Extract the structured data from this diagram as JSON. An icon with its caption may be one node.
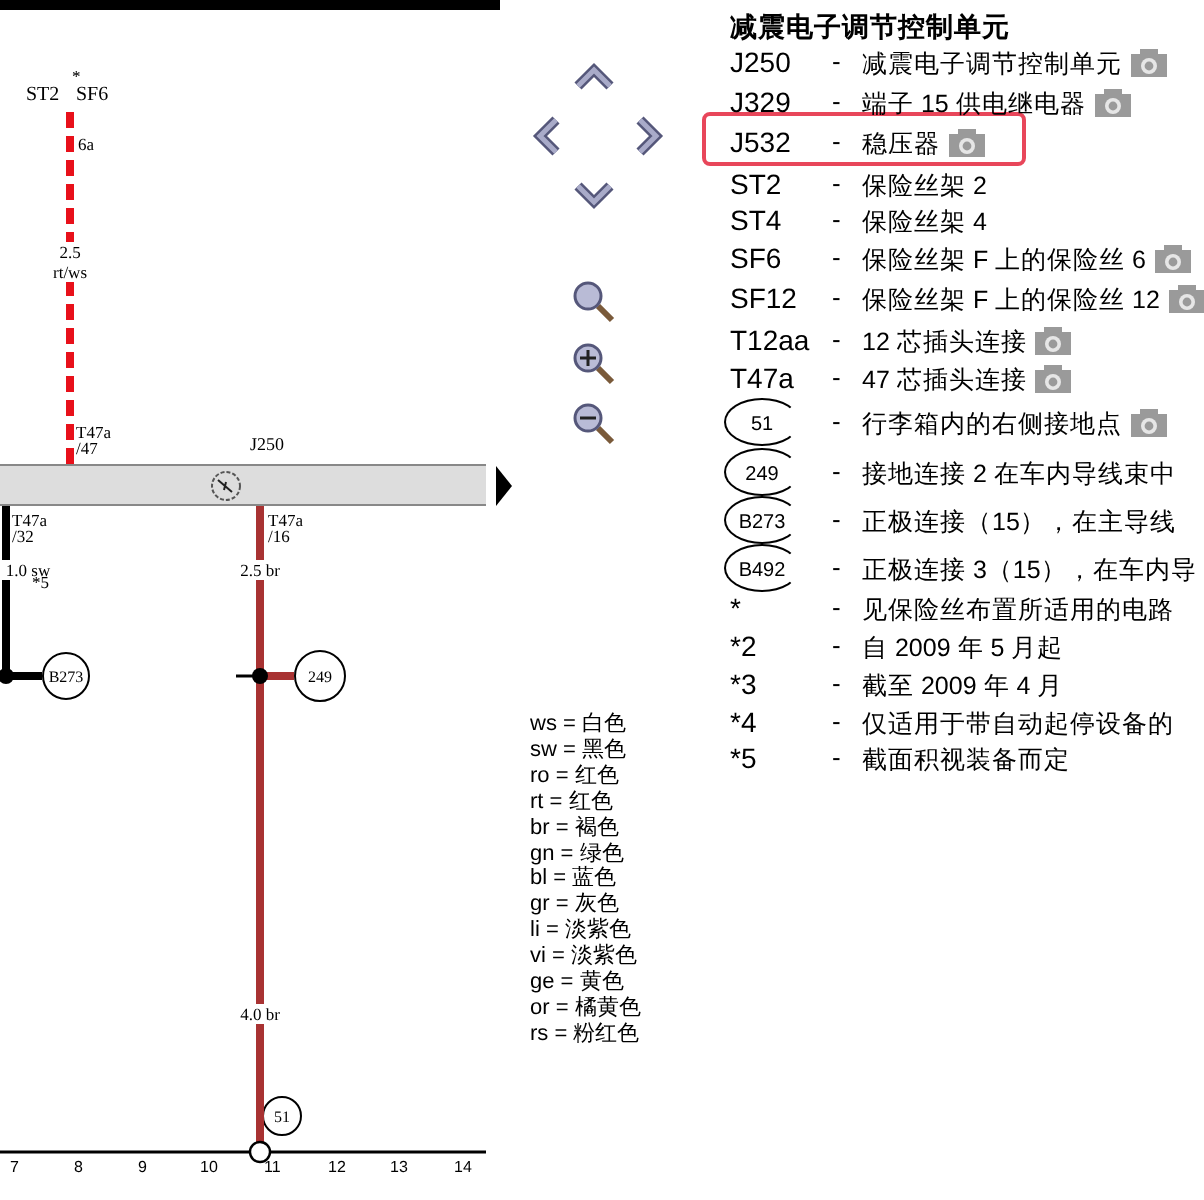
{
  "diagram": {
    "title": "减震电子调节控制单元",
    "nodes": [
      {
        "text": [
          "ST2",
          "SF6"
        ]
      },
      {
        "text": [
          "J250"
        ]
      },
      {
        "text": [
          "B273"
        ]
      },
      {
        "text": [
          "249"
        ]
      },
      {
        "text": [
          "51"
        ]
      }
    ],
    "edges": [
      {
        "from": 0,
        "to": 1,
        "arrow": "none",
        "label": "2.5 rt/ws",
        "style": "dashed",
        "color": "#e8101a"
      },
      {
        "from": 1,
        "to": 2,
        "arrow": "none",
        "label": "1.0 sw",
        "color": "#000000"
      },
      {
        "from": 1,
        "to": 3,
        "arrow": "none",
        "label": "2.5 br",
        "color": "#a83232"
      },
      {
        "from": 3,
        "to": 4,
        "arrow": "none",
        "label": "4.0 br",
        "color": "#a83232"
      }
    ],
    "labels": [
      "*",
      "6a",
      "T47a /47",
      "T47a /32",
      "*5",
      "T47a /16",
      "7",
      "8",
      "9",
      "10",
      "11",
      "12",
      "13",
      "14",
      "J250",
      "-",
      "减震电子调节控制单元",
      "J329",
      "-",
      "端子 15 供电继电器",
      "J532",
      "-",
      "稳压器",
      "ST2",
      "-",
      "保险丝架 2",
      "ST4",
      "-",
      "保险丝架 4",
      "SF6",
      "-",
      "保险丝架 F 上的保险丝 6",
      "SF12",
      "-",
      "保险丝架 F 上的保险丝 12",
      "T12aa",
      "-",
      "12 芯插头连接",
      "T47a",
      "-",
      "47 芯插头连接",
      "51",
      "-",
      "行李箱内的右侧接地点",
      "249",
      "-",
      "接地连接 2 在车内导线束中",
      "B273",
      "-",
      "正极连接（15），在主导线",
      "B492",
      "-",
      "正极连接 3（15），在车内导",
      "*",
      "-",
      "见保险丝布置所适用的电路",
      "*2",
      "-",
      "自 2009 年 5 月起",
      "*3",
      "-",
      "截至 2009 年 4 月",
      "*4",
      "-",
      "仅适用于带自动起停设备的",
      "*5",
      "-",
      "截面积视装备而定",
      "ws = 白色",
      "sw = 黑色",
      "ro = 红色",
      "rt = 红色",
      "br = 褐色",
      "gn = 绿色",
      "bl = 蓝色",
      "gr = 灰色",
      "li = 淡紫色",
      "vi = 淡紫色",
      "ge = 黄色",
      "or = 橘黄色",
      "rs = 粉红色"
    ]
  }
}
